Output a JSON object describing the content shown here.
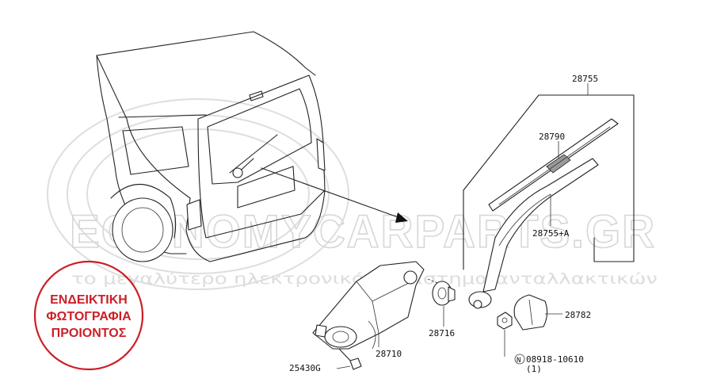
{
  "watermark": {
    "brand": "ECONOMYCARPARTS.GR",
    "tagline": "το μεγαλύτερο ηλεκτρονικό κατάστημα ανταλλακτικών"
  },
  "stamp": {
    "lines": [
      "ΕΝΔΕΙΚΤΙΚΗ",
      "ΦΩΤΟΓΡΑΦΙΑ",
      "ΠΡΟΙΟΝΤΟΣ"
    ],
    "color": "#cc1f27"
  },
  "callouts": {
    "arm_assembly": "28755",
    "blade": "28790",
    "arm": "28755+A",
    "cap": "28782",
    "motor": "28710",
    "nut_washer": "28716",
    "bolt": "25430G",
    "nut_code": "08918-10610",
    "nut_qty": "(1)",
    "nut_symbol": "N"
  }
}
